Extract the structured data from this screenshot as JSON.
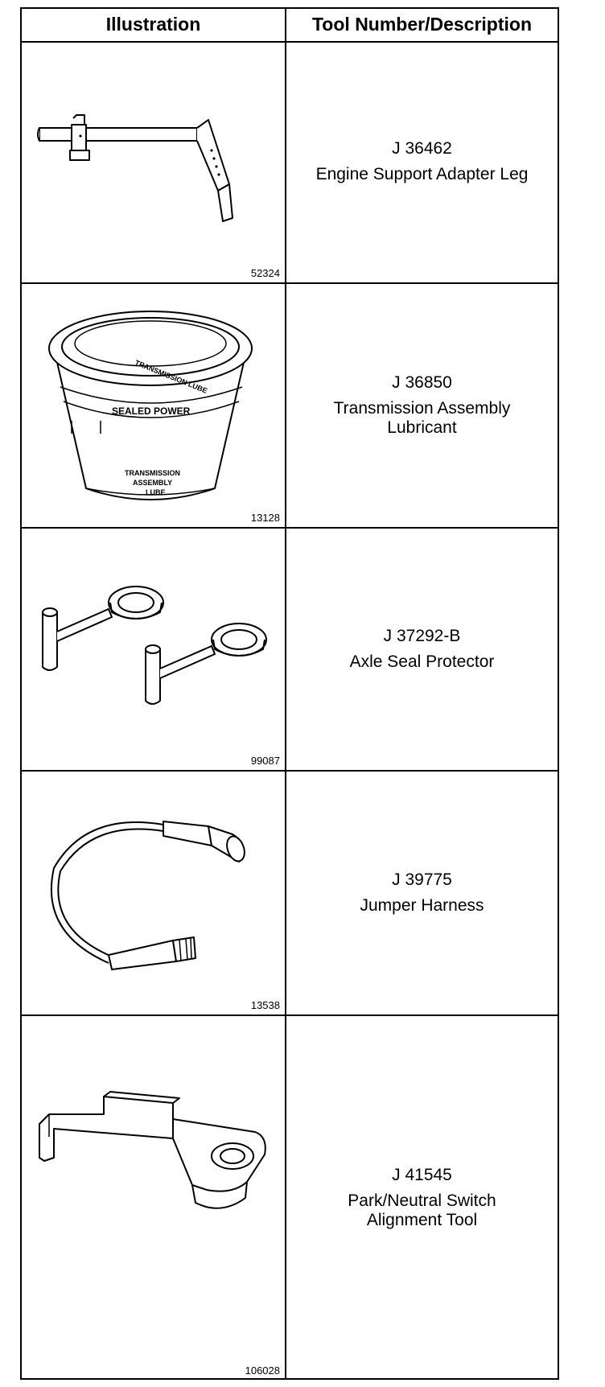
{
  "header": {
    "illustration": "Illustration",
    "tool": "Tool Number/Description"
  },
  "rows": [
    {
      "fig_id": "52324",
      "tool_number": "J 36462",
      "description": [
        "Engine Support Adapter Leg"
      ]
    },
    {
      "fig_id": "13128",
      "tool_number": "J 36850",
      "description": [
        "Transmission Assembly",
        "Lubricant"
      ]
    },
    {
      "fig_id": "99087",
      "tool_number": "J 37292-B",
      "description": [
        "Axle Seal Protector"
      ]
    },
    {
      "fig_id": "13538",
      "tool_number": "J 39775",
      "description": [
        "Jumper Harness"
      ]
    },
    {
      "fig_id": "106028",
      "tool_number": "J 41545",
      "description": [
        "Park/Neutral Switch",
        "Alignment Tool"
      ]
    }
  ],
  "illustration_text": {
    "lid": "TRANSMISSION LUBE",
    "band": "SEALED POWER",
    "tub": [
      "TRANSMISSION",
      "ASSEMBLY",
      "LUBE"
    ]
  },
  "icons": [
    "adapter-leg-icon",
    "lubricant-tub-icon",
    "axle-seal-protector-icon",
    "jumper-harness-icon",
    "alignment-tool-icon"
  ]
}
